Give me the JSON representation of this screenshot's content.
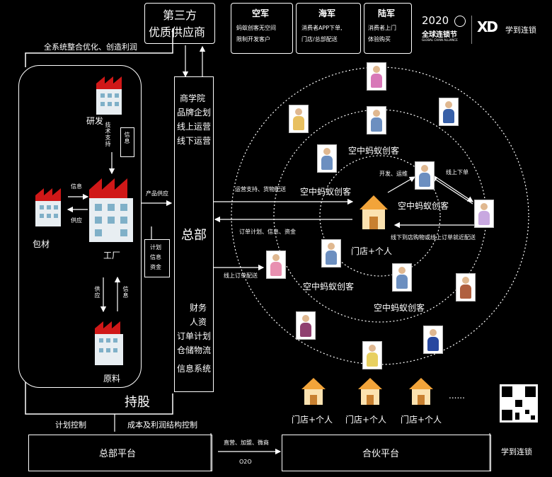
{
  "header": {
    "third_party_title": "第三方",
    "third_party_subtitle": "优质供应商",
    "air_force_title": "空军",
    "air_force_desc": [
      "蚂蚁创客无空间",
      "限制开发客户"
    ],
    "navy_title": "海军",
    "navy_desc": [
      "消费者APP下单,",
      "门店/总部配送"
    ],
    "army_title": "陆军",
    "army_desc": [
      "消费者上门",
      "体验购买"
    ],
    "logo_year": "2020",
    "logo_event": "全球连锁节",
    "logo_sub": "GLOBAL CHAIN ALLIANCE",
    "logo_brand": "学到连锁"
  },
  "left_panel": {
    "top_label": "全系统整合优化、创造利润",
    "rd_label": "研发",
    "tech_support": "技术支持",
    "info_box": "信息",
    "packaging_label": "包材",
    "info_short": "信息",
    "supply_short": "供应",
    "factory_label": "工厂",
    "material_label": "原料",
    "supply_down": "供应",
    "info_down": "信息",
    "holding_label": "持股",
    "plan_control": "计划控制",
    "cost_control": "成本及利润结构控制"
  },
  "middle": {
    "hq_services": [
      "商学院",
      "品牌企划",
      "线上运营",
      "线下运营"
    ],
    "hq_label": "总部",
    "hq_systems": [
      "财务",
      "人资",
      "订单计划",
      "仓储物流",
      "信息系统"
    ],
    "product_supply": "产品供应",
    "plan_info_funds": [
      "计划",
      "信息",
      "资金"
    ]
  },
  "flows": {
    "ops_support": "运营支持、货物配送",
    "order_plan": "订单计划、信息、资金",
    "online_order": "线上订单配送",
    "develop_ops": "开发、运维",
    "online_orders_short": "线上下单",
    "offline_delivery": "线下到店购物或线上订单就近配送"
  },
  "circle": {
    "maker_label": "空中蚂蚁创客",
    "store_person": "门店+个人"
  },
  "bottom": {
    "hq_platform": "总部平台",
    "partner_platform": "合伙平台",
    "channels": "直营、加盟、微商",
    "o2o": "O2O",
    "ellipsis": "......",
    "qr_label": "学到连锁"
  },
  "colors": {
    "background": "#000000",
    "line": "#ffffff",
    "factory_roof": "#d01818",
    "shop_orange": "#f2a43a"
  }
}
